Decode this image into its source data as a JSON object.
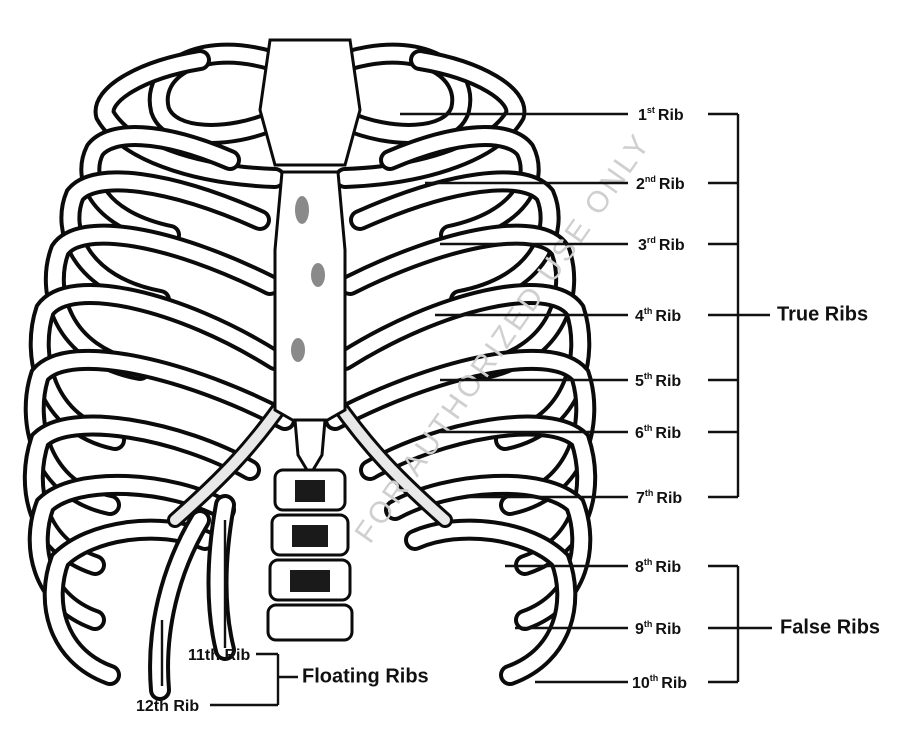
{
  "ribs": [
    {
      "num": "1",
      "sup": "st",
      "word": "Rib"
    },
    {
      "num": "2",
      "sup": "nd",
      "word": "Rib"
    },
    {
      "num": "3",
      "sup": "rd",
      "word": "Rib"
    },
    {
      "num": "4",
      "sup": "th",
      "word": "Rib"
    },
    {
      "num": "5",
      "sup": "th",
      "word": "Rib"
    },
    {
      "num": "6",
      "sup": "th",
      "word": "Rib"
    },
    {
      "num": "7",
      "sup": "th",
      "word": "Rib"
    },
    {
      "num": "8",
      "sup": "th",
      "word": "Rib"
    },
    {
      "num": "9",
      "sup": "th",
      "word": "Rib"
    },
    {
      "num": "10",
      "sup": "th",
      "word": "Rib"
    }
  ],
  "floating": {
    "rib11": "11th Rib",
    "rib12": "12th Rib"
  },
  "groups": {
    "true_ribs": "True Ribs",
    "false_ribs": "False Ribs",
    "floating_ribs": "Floating Ribs"
  },
  "watermark": "FOR AUTHORIZED USE ONLY"
}
